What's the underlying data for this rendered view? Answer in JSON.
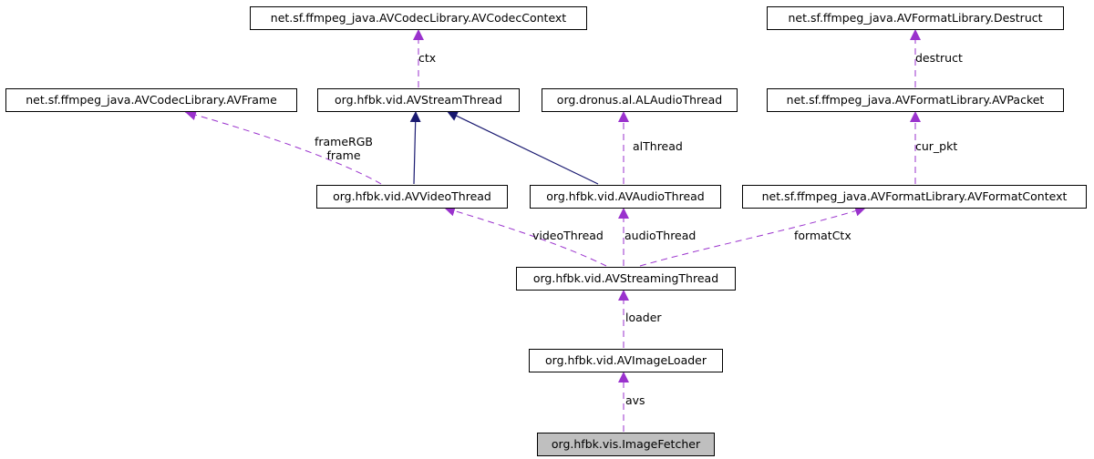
{
  "nodes": {
    "codec_context": "net.sf.ffmpeg_java.AVCodecLibrary.AVCodecContext",
    "destruct": "net.sf.ffmpeg_java.AVFormatLibrary.Destruct",
    "avframe": "net.sf.ffmpeg_java.AVCodecLibrary.AVFrame",
    "stream_thread": "org.hfbk.vid.AVStreamThread",
    "al_audio_thread": "org.dronus.al.ALAudioThread",
    "avpacket": "net.sf.ffmpeg_java.AVFormatLibrary.AVPacket",
    "video_thread": "org.hfbk.vid.AVVideoThread",
    "audio_thread": "org.hfbk.vid.AVAudioThread",
    "format_context": "net.sf.ffmpeg_java.AVFormatLibrary.AVFormatContext",
    "streaming_thread": "org.hfbk.vid.AVStreamingThread",
    "image_loader": "org.hfbk.vid.AVImageLoader",
    "image_fetcher": "org.hfbk.vis.ImageFetcher"
  },
  "edge_labels": {
    "ctx": "ctx",
    "destruct": "destruct",
    "frame_rgb": "frameRGB",
    "frame": "frame",
    "al_thread": "alThread",
    "cur_pkt": "cur_pkt",
    "video_thread": "videoThread",
    "audio_thread": "audioThread",
    "format_ctx": "formatCtx",
    "loader": "loader",
    "avs": "avs"
  },
  "colors": {
    "usage_edge": "#9a32cd",
    "inheritance_edge": "#191970",
    "highlight_node": "#bfbfbf"
  }
}
